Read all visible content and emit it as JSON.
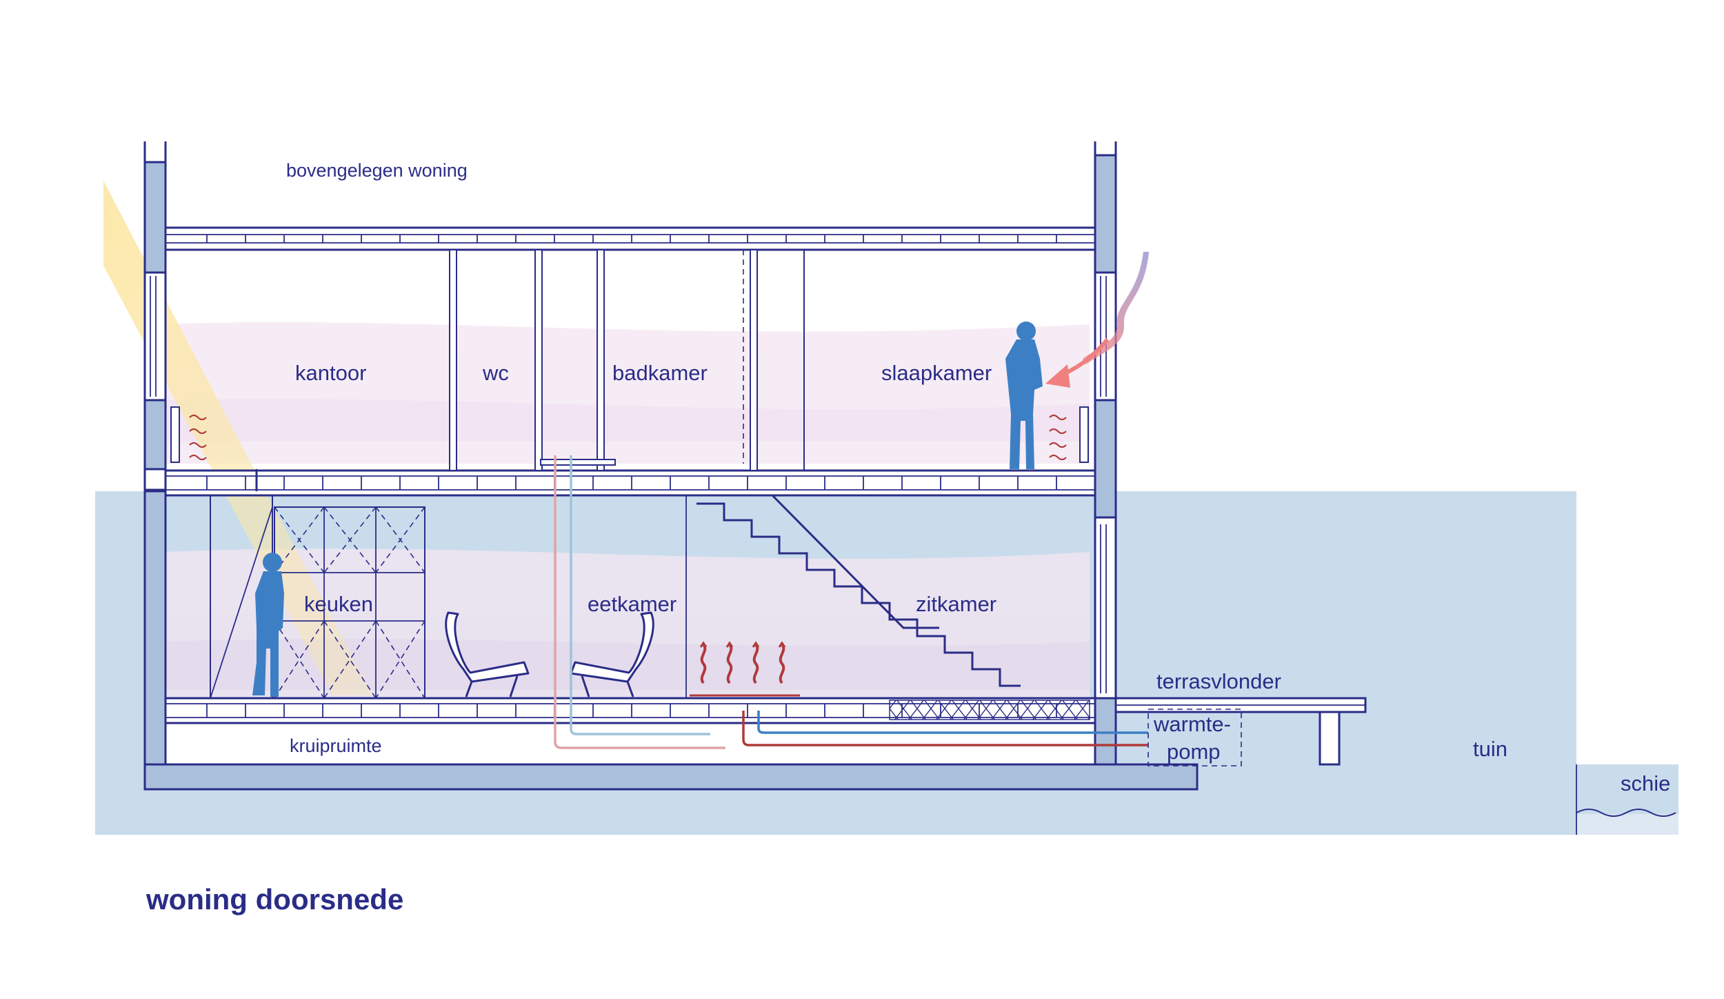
{
  "title": "woning doorsnede",
  "colors": {
    "ink": "#2a2c87",
    "ground": "#c9dcec",
    "wall": "#a9bfdc",
    "person": "#3d7fc4",
    "warm_pipe": "#b03a3a",
    "warm_pipe_light": "#e0a3a8",
    "cold_pipe": "#3d7fc4",
    "cold_pipe_light": "#9dc3dc",
    "sunlight": "#fbe7a6",
    "air_glow": "#f4e6f2",
    "warm_arrow": "#f08080",
    "cool_air": "#8f8ed0"
  },
  "labels": {
    "upper_dwelling": "bovengelegen woning",
    "kantoor": "kantoor",
    "wc": "wc",
    "badkamer": "badkamer",
    "slaapkamer": "slaapkamer",
    "keuken": "keuken",
    "eetkamer": "eetkamer",
    "zitkamer": "zitkamer",
    "kruipruimte": "kruipruimte",
    "terrasvlonder": "terrasvlonder",
    "warmtepomp_line1": "warmte-",
    "warmtepomp_line2": "pomp",
    "tuin": "tuin",
    "schie": "schie"
  },
  "icons": [
    "person-standing-icon",
    "person-looking-up-icon",
    "lounge-chair-icon",
    "heat-wave-icon",
    "radiator-icon",
    "staircase-icon",
    "sun-ray-icon",
    "water-wave-icon"
  ]
}
